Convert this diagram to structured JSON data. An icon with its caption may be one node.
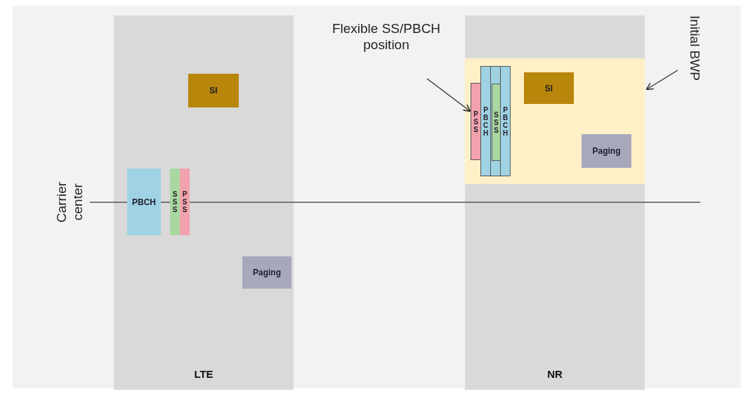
{
  "diagram": {
    "nodes": [
      {
        "text": [
          "LTE"
        ]
      },
      {
        "text": [
          "SI"
        ],
        "in": 0
      },
      {
        "text": [
          "PBCH"
        ],
        "in": 0
      },
      {
        "text": [
          "SSS"
        ],
        "in": 0
      },
      {
        "text": [
          "PSS"
        ],
        "in": 0
      },
      {
        "text": [
          "Paging"
        ],
        "in": 0
      },
      {
        "text": [
          "NR"
        ]
      },
      {
        "text": [],
        "shape": "box",
        "in": 6
      },
      {
        "text": [
          "PSS"
        ],
        "in": 7
      },
      {
        "text": [
          "PBCH"
        ],
        "in": 7
      },
      {
        "text": [],
        "shape": "box",
        "in": 7
      },
      {
        "text": [
          "SSS"
        ],
        "in": 10
      },
      {
        "text": [
          "PBCH"
        ],
        "in": 7
      },
      {
        "text": [
          "SI"
        ],
        "in": 7
      },
      {
        "text": [
          "Paging"
        ],
        "in": 7
      },
      {
        "text": [
          "Flexible SS/PBCH position"
        ]
      },
      {
        "text": [
          "Initial BWP"
        ]
      }
    ],
    "edges": [
      {
        "from": 15,
        "to": 8,
        "arrow": "to"
      },
      {
        "from": 16,
        "to": 7,
        "arrow": "to"
      }
    ],
    "labels": [
      "Carrier center"
    ]
  }
}
